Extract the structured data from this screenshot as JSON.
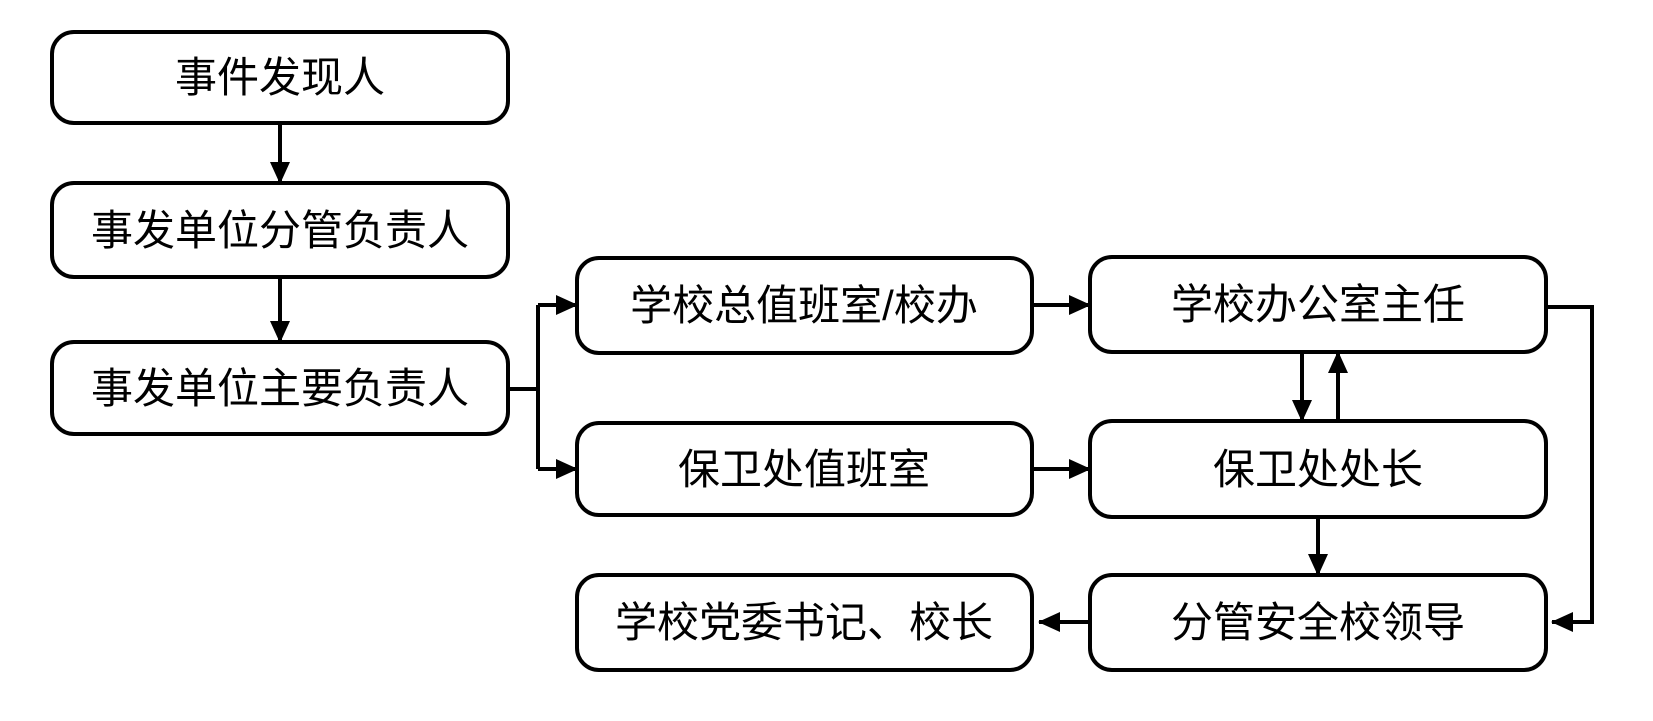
{
  "diagram": {
    "type": "flowchart",
    "background_color": "#ffffff",
    "stroke_color": "#000000",
    "node_fill_color": "#ffffff",
    "text_color": "#000000",
    "nodes": [
      {
        "id": "incident-discoverer",
        "label": "事件发现人"
      },
      {
        "id": "incident-unit-deputy-head",
        "label": "事发单位分管负责人"
      },
      {
        "id": "incident-unit-main-head",
        "label": "事发单位主要负责人"
      },
      {
        "id": "school-general-duty-office",
        "label": "学校总值班室/校办"
      },
      {
        "id": "security-dept-duty-office",
        "label": "保卫处值班室"
      },
      {
        "id": "school-office-director",
        "label": "学校办公室主任"
      },
      {
        "id": "security-dept-chief",
        "label": "保卫处处长"
      },
      {
        "id": "party-secretary-and-president",
        "label": "学校党委书记、校长"
      },
      {
        "id": "safety-school-leader",
        "label": "分管安全校领导"
      }
    ],
    "edges": [
      {
        "from": "事件发现人",
        "to": "事发单位分管负责人",
        "direction": "down"
      },
      {
        "from": "事发单位分管负责人",
        "to": "事发单位主要负责人",
        "direction": "down"
      },
      {
        "from": "事发单位主要负责人",
        "to": "学校总值班室/校办",
        "direction": "right"
      },
      {
        "from": "事发单位主要负责人",
        "to": "保卫处值班室",
        "direction": "right"
      },
      {
        "from": "学校总值班室/校办",
        "to": "学校办公室主任",
        "direction": "right"
      },
      {
        "from": "保卫处值班室",
        "to": "保卫处处长",
        "direction": "right"
      },
      {
        "from": "学校办公室主任",
        "to": "保卫处处长",
        "direction": "down"
      },
      {
        "from": "保卫处处长",
        "to": "学校办公室主任",
        "direction": "up"
      },
      {
        "from": "保卫处处长",
        "to": "分管安全校领导",
        "direction": "down"
      },
      {
        "from": "学校办公室主任",
        "to": "分管安全校领导",
        "direction": "right-down-left-bypass"
      },
      {
        "from": "分管安全校领导",
        "to": "学校党委书记、校长",
        "direction": "left"
      }
    ]
  }
}
